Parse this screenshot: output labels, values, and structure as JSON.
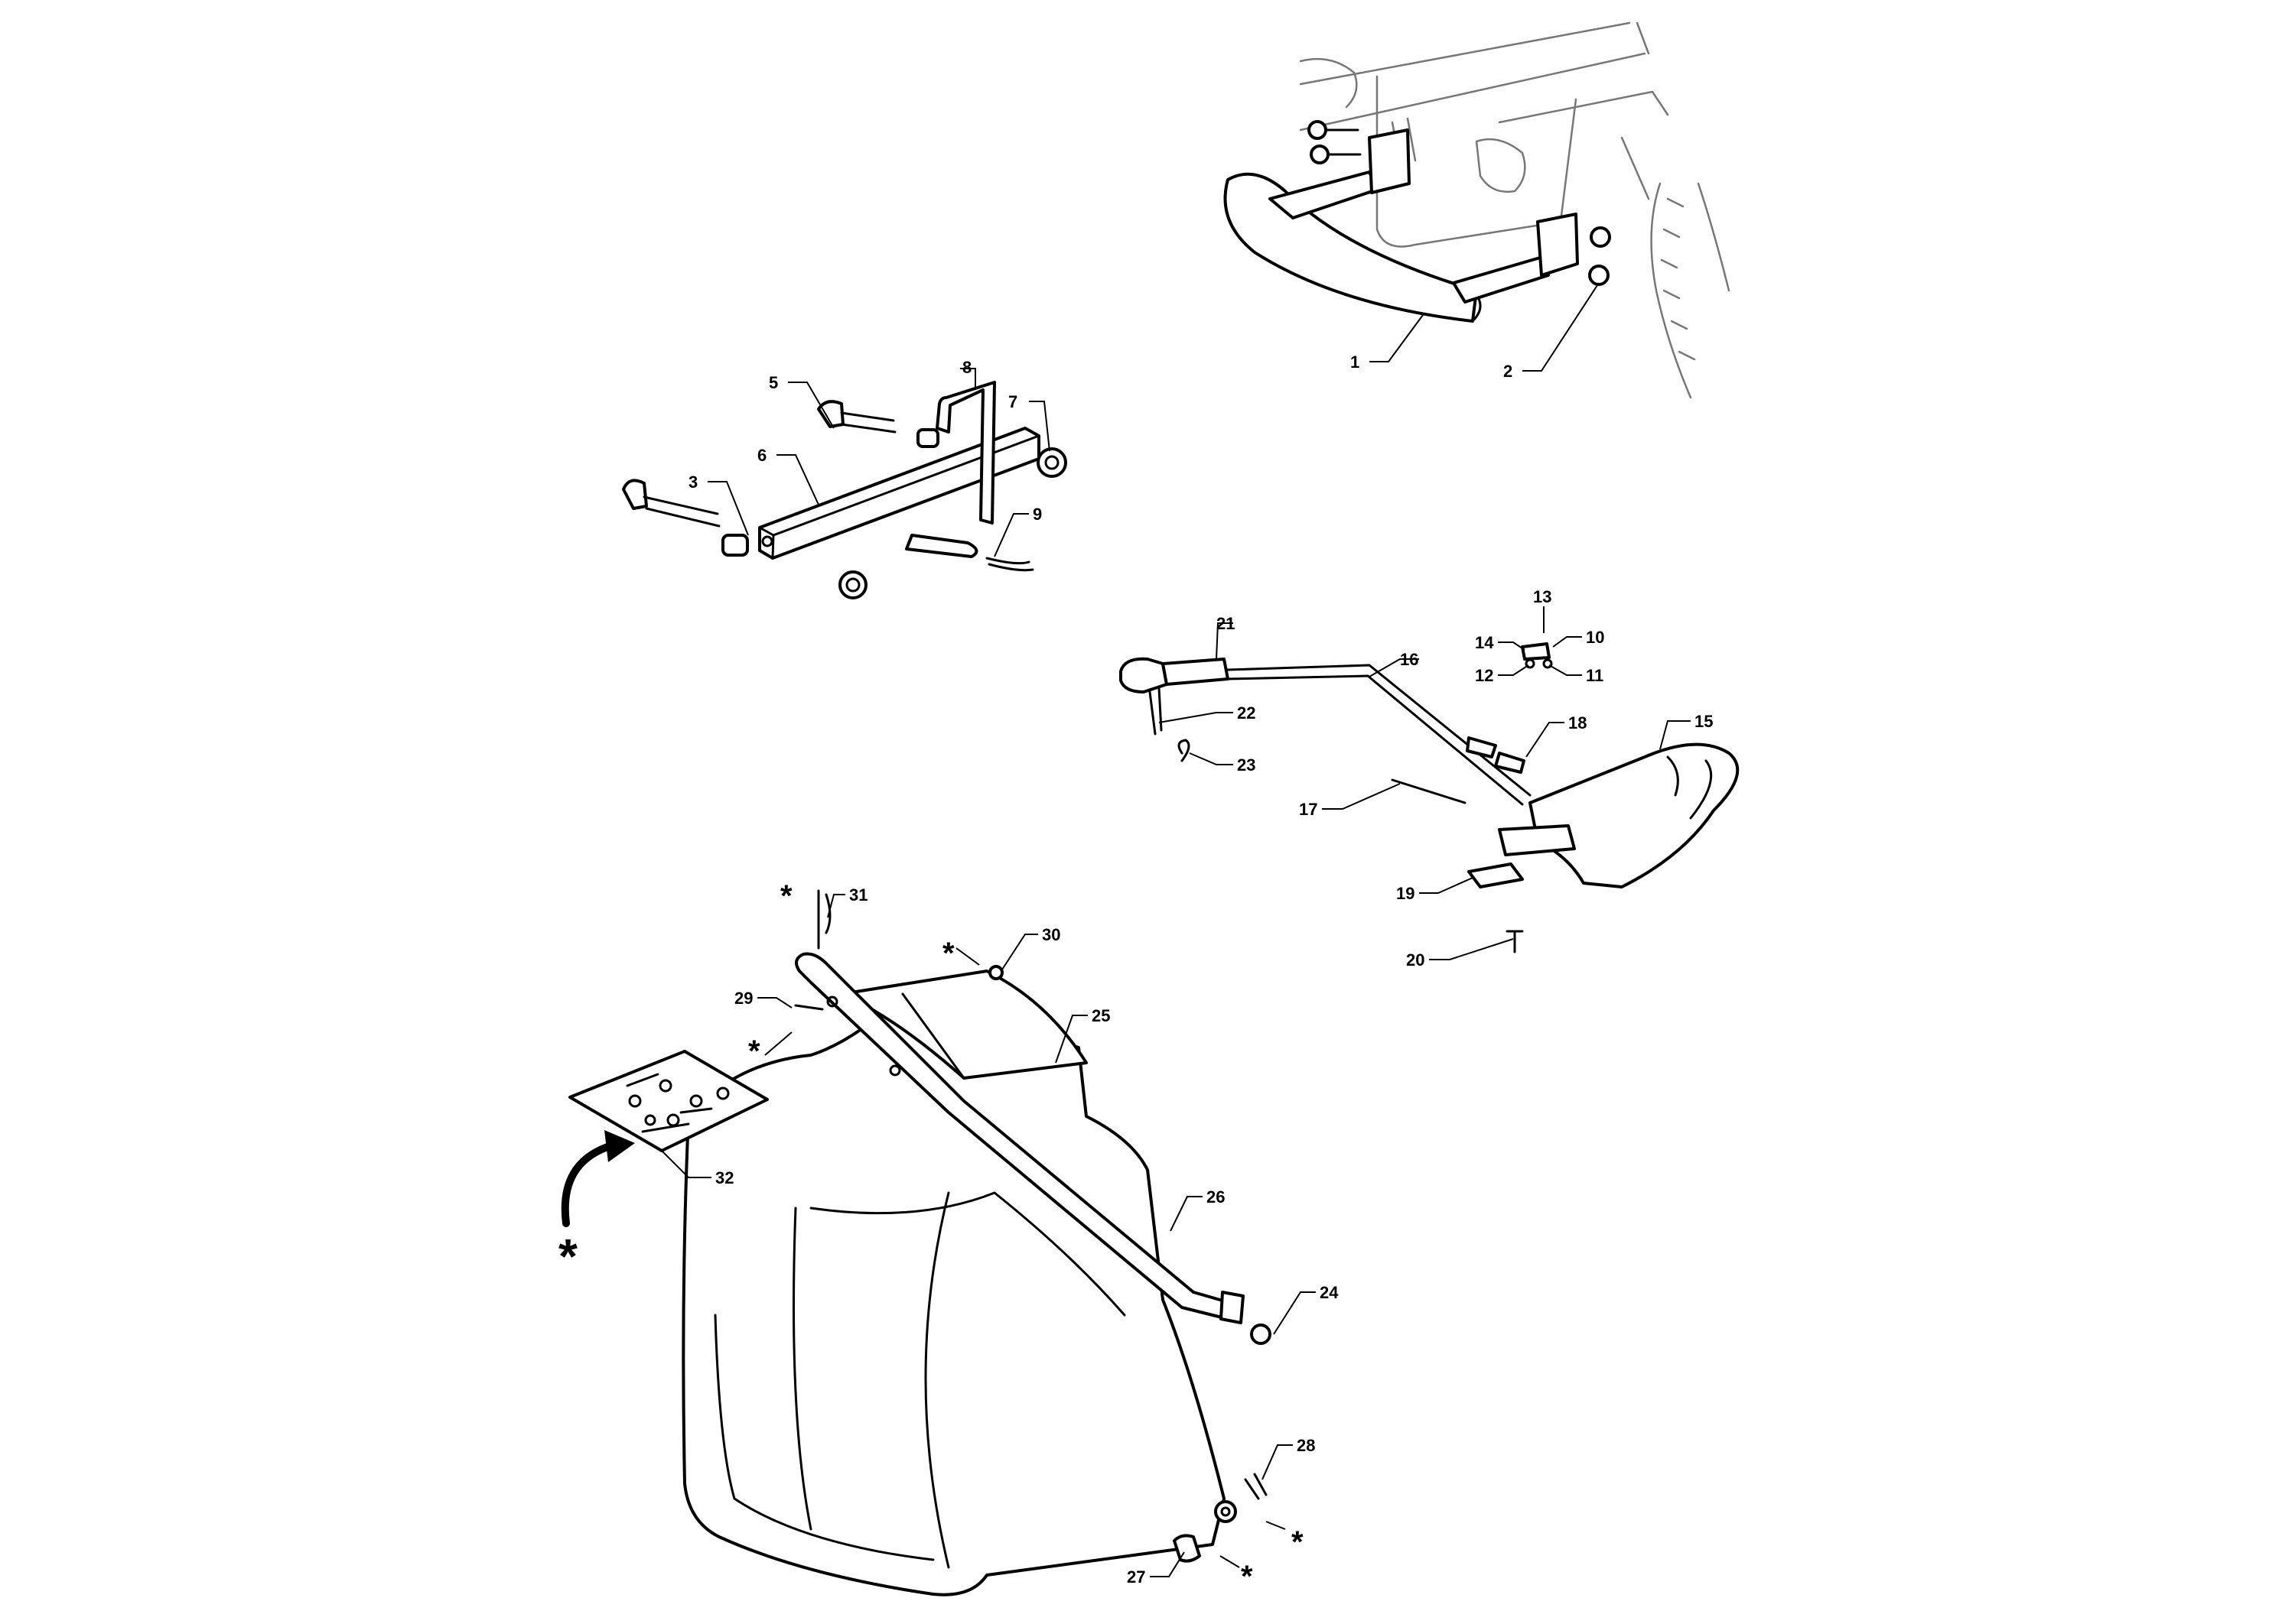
{
  "callouts": [
    "1",
    "2",
    "3",
    "5",
    "6",
    "7",
    "8",
    "9",
    "10",
    "11",
    "12",
    "13",
    "14",
    "15",
    "16",
    "17",
    "18",
    "19",
    "20",
    "21",
    "22",
    "23",
    "24",
    "25",
    "26",
    "27",
    "28",
    "29",
    "30",
    "31",
    "32"
  ],
  "star_symbol": "*"
}
